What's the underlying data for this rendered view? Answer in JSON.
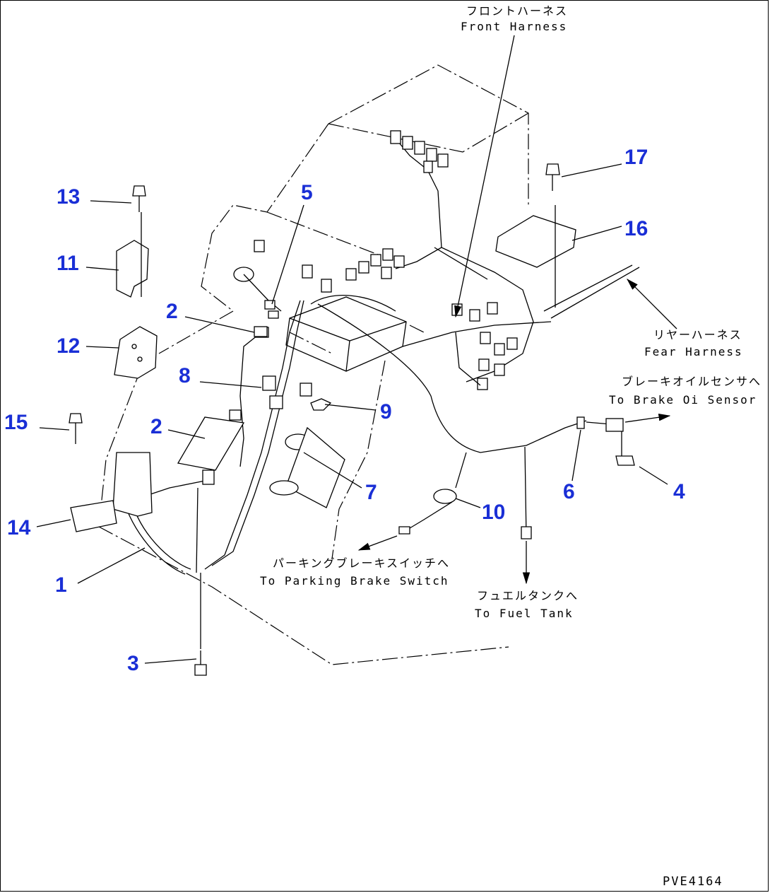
{
  "diagram": {
    "callouts": [
      {
        "id": "c1",
        "text": "1"
      },
      {
        "id": "c2a",
        "text": "2"
      },
      {
        "id": "c2b",
        "text": "2"
      },
      {
        "id": "c3",
        "text": "3"
      },
      {
        "id": "c4",
        "text": "4"
      },
      {
        "id": "c5",
        "text": "5"
      },
      {
        "id": "c6",
        "text": "6"
      },
      {
        "id": "c7",
        "text": "7"
      },
      {
        "id": "c8",
        "text": "8"
      },
      {
        "id": "c9",
        "text": "9"
      },
      {
        "id": "c10",
        "text": "10"
      },
      {
        "id": "c11",
        "text": "11"
      },
      {
        "id": "c12",
        "text": "12"
      },
      {
        "id": "c13",
        "text": "13"
      },
      {
        "id": "c14",
        "text": "14"
      },
      {
        "id": "c15",
        "text": "15"
      },
      {
        "id": "c16",
        "text": "16"
      },
      {
        "id": "c17",
        "text": "17"
      }
    ],
    "labels": {
      "front_harness_jp": "フロントハーネス",
      "front_harness_en": "Front Harness",
      "rear_harness_jp": "リヤーハーネス",
      "rear_harness_en": "Fear Harness",
      "brake_oil_jp": "ブレーキオイルセンサへ",
      "brake_oil_en": "To Brake Oi  Sensor",
      "parking_brake_jp": "パーキングブレーキスイッチへ",
      "parking_brake_en": "To Parking Brake Switch",
      "fuel_tank_jp": "フュエルタンクへ",
      "fuel_tank_en": "To Fuel Tank"
    },
    "drawing_code": "PVE4164",
    "colors": {
      "callout": "#1a2fd6",
      "line": "#000000",
      "background": "#ffffff"
    }
  }
}
